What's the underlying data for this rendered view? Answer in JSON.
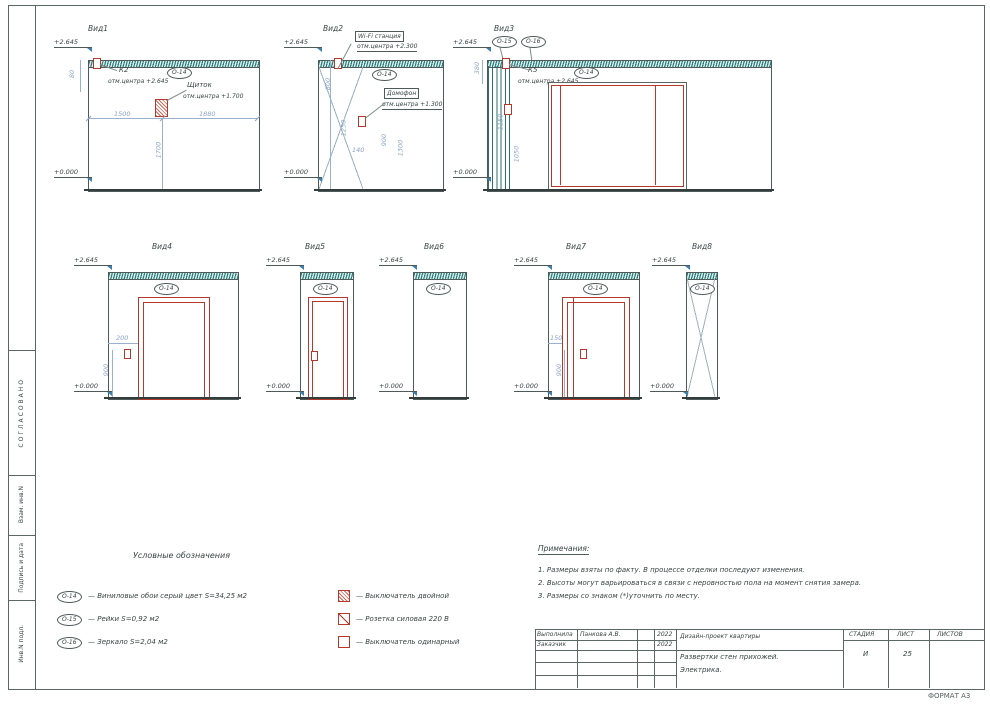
{
  "colors": {
    "accent_red": "#b5382a",
    "hatch_teal": "#2a807d",
    "dim_blue": "#8ba3c7",
    "line_dark": "#4d5a59"
  },
  "side": {
    "approved": "СОГЛАСОВАНО",
    "cell1": "Взам. инв.N",
    "cell2": "Подпись и дата",
    "cell3": "Инв.N подл."
  },
  "footer": {
    "format": "ФОРМАТ А3"
  },
  "views": {
    "v1": {
      "title": "Вид1",
      "elev_top": "+2.645",
      "elev_bottom": "+0.000",
      "dim_left": "80",
      "circuit": "К2",
      "circuit_note": "отм.центра +2.645",
      "panel": "Щиток",
      "panel_note": "отм.центра +1.700",
      "tag": "О-14",
      "dim_w1": "1500",
      "dim_w2": "1880",
      "dim_h": "1700"
    },
    "v2": {
      "title": "Вид2",
      "elev_top": "+2.645",
      "elev_bottom": "+0.000",
      "wifi": "Wi-Fi станция",
      "wifi_note": "отм.центра +2.300",
      "tag": "О-14",
      "domofon": "Домофон",
      "domofon_note": "отм.центра +1.300",
      "dim1": "800",
      "dim2": "1250",
      "dim3": "140",
      "dim4": "900",
      "dim5": "1300"
    },
    "v3": {
      "title": "Вид3",
      "elev_top": "+2.645",
      "elev_bottom": "+0.000",
      "tag15": "О-15",
      "tag16": "О-16",
      "dim_top": "380",
      "circuit": "К5",
      "circuit_note": "отм.центра +2.645",
      "tag": "О-14",
      "dim1": "1150",
      "dim2": "1050"
    },
    "v4": {
      "title": "Вид4",
      "elev_top": "+2.645",
      "elev_bottom": "+0.000",
      "tag": "О-14",
      "dim1": "200",
      "dim2": "900"
    },
    "v5": {
      "title": "Вид5",
      "elev_top": "+2.645",
      "elev_bottom": "+0.000",
      "tag": "О-14"
    },
    "v6": {
      "title": "Вид6",
      "elev_top": "+2.645",
      "elev_bottom": "+0.000",
      "tag": "О-14"
    },
    "v7": {
      "title": "Вид7",
      "elev_top": "+2.645",
      "elev_bottom": "+0.000",
      "tag": "О-14",
      "dim1": "150",
      "dim2": "900"
    },
    "v8": {
      "title": "Вид8",
      "elev_top": "+2.645",
      "elev_bottom": "+0.000",
      "tag": "О-14"
    }
  },
  "legend": {
    "title": "Условные обозначения",
    "items": [
      {
        "tag": "О-14",
        "text": "—  Виниловые обои серый цвет S=34,25 м2"
      },
      {
        "tag": "О-15",
        "text": "—  Рейки S=0,92 м2"
      },
      {
        "tag": "О-16",
        "text": "—  Зеркало S=2,04 м2"
      }
    ],
    "symbols": [
      {
        "icon": "switch-double",
        "text": "—  Выключатель двойной"
      },
      {
        "icon": "socket-power",
        "text": "—  Розетка силовая 220 В"
      },
      {
        "icon": "switch-single",
        "text": "—  Выключатель одинарный"
      }
    ]
  },
  "notes": {
    "title": "Примечания:",
    "items": [
      "1.  Размеры взяты по факту. В процессе отделки последуют изменения.",
      "2.  Высоты могут варьироваться в связи с неровностью пола на момент снятия замера.",
      "3.  Размеры со знаком (*)уточнить  по месту."
    ]
  },
  "titleblock": {
    "executed_label": "Выполнила",
    "executed_name": "Панкова А.В.",
    "year1": "2022",
    "customer_label": "Заказчик",
    "year2": "2022",
    "project": "Дизайн-проект квартиры",
    "doc_title1": "Развертки стен прихожей.",
    "doc_title2": "Электрика.",
    "stage_label": "СТАДИЯ",
    "sheet_label": "ЛИСТ",
    "sheets_label": "ЛИСТОВ",
    "stage": "И",
    "sheet_no": "25"
  }
}
